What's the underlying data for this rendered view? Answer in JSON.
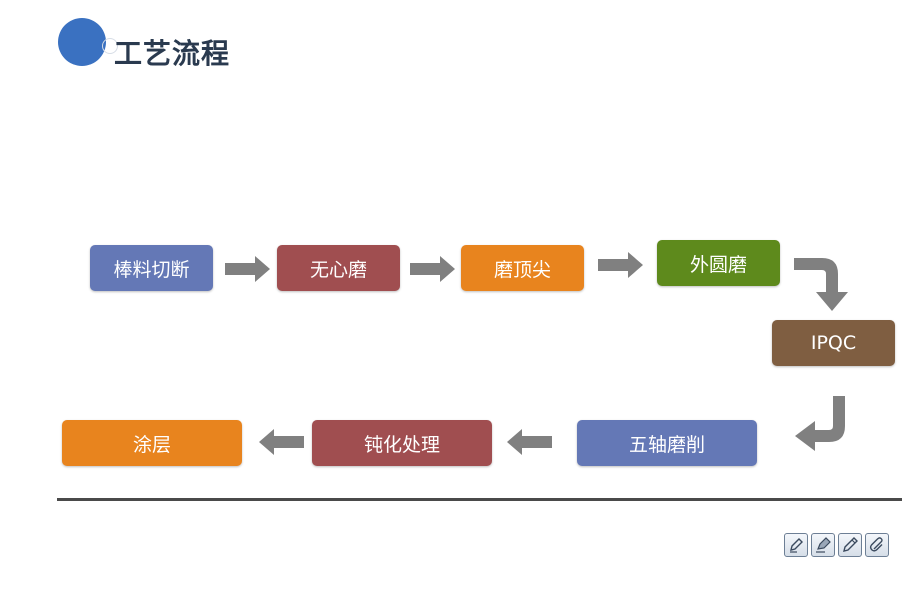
{
  "header": {
    "title": "工艺流程"
  },
  "flow": {
    "steps": [
      {
        "label": "棒料切断",
        "color": "#6478B6"
      },
      {
        "label": "无心磨",
        "color": "#A04E50"
      },
      {
        "label": "磨顶尖",
        "color": "#E8841E"
      },
      {
        "label": "外圆磨",
        "color": "#5E8A1C"
      },
      {
        "label": "IPQC",
        "color": "#7F5E41"
      },
      {
        "label": "五轴磨削",
        "color": "#6478B6"
      },
      {
        "label": "钝化处理",
        "color": "#A04E50"
      },
      {
        "label": "涂层",
        "color": "#E8841E"
      }
    ],
    "arrow_color": "#808080"
  },
  "toolbar": {
    "icons": [
      "pen-icon",
      "marker-icon",
      "pencil-icon",
      "paperclip-icon"
    ]
  }
}
